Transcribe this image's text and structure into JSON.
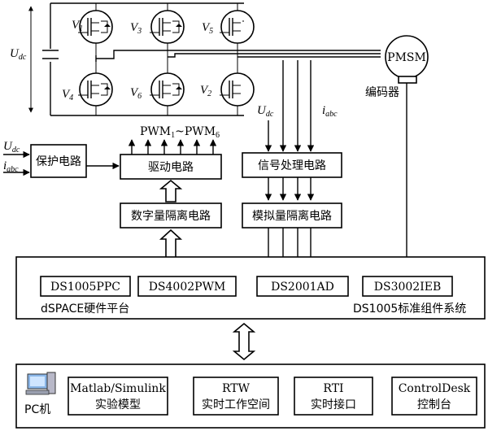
{
  "inverter": {
    "udc_label": "U",
    "udc_sub": "dc",
    "switches": [
      {
        "main": "V",
        "sub": "1"
      },
      {
        "main": "V",
        "sub": "3"
      },
      {
        "main": "V",
        "sub": "5"
      },
      {
        "main": "V",
        "sub": "4"
      },
      {
        "main": "V",
        "sub": "6"
      },
      {
        "main": "V",
        "sub": "2"
      }
    ]
  },
  "motor": {
    "label": "PMSM",
    "encoder": "编码器"
  },
  "signals": {
    "pwm_a": "PWM",
    "pwm_a_sub": "1",
    "tilde": "~",
    "pwm_b": "PWM",
    "pwm_b_sub": "6",
    "udc": "U",
    "udc_sub": "dc",
    "iabc": "i",
    "iabc_sub": "abc",
    "prot_udc": "U",
    "prot_udc_sub": "dc",
    "prot_iabc": "i",
    "prot_iabc_sub": "abc"
  },
  "blocks": {
    "protection": "保护电路",
    "drive": "驱动电路",
    "digital_isolation": "数字量隔离电路",
    "signal_processing": "信号处理电路",
    "analog_isolation": "模拟量隔离电路"
  },
  "dspace": {
    "platform_label": "dSPACE硬件平台",
    "system_label": "DS1005标准组件系统",
    "boards": [
      "DS1005PPC",
      "DS4002PWM",
      "DS2001AD",
      "DS3002IEB"
    ]
  },
  "pc": {
    "label": "PC机",
    "items": [
      {
        "line1": "Matlab/Simulink",
        "line2": "实验模型"
      },
      {
        "line1": "RTW",
        "line2": "实时工作空间"
      },
      {
        "line1": "RTI",
        "line2": "实时接口"
      },
      {
        "line1": "ControlDesk",
        "line2": "控制台"
      }
    ]
  }
}
